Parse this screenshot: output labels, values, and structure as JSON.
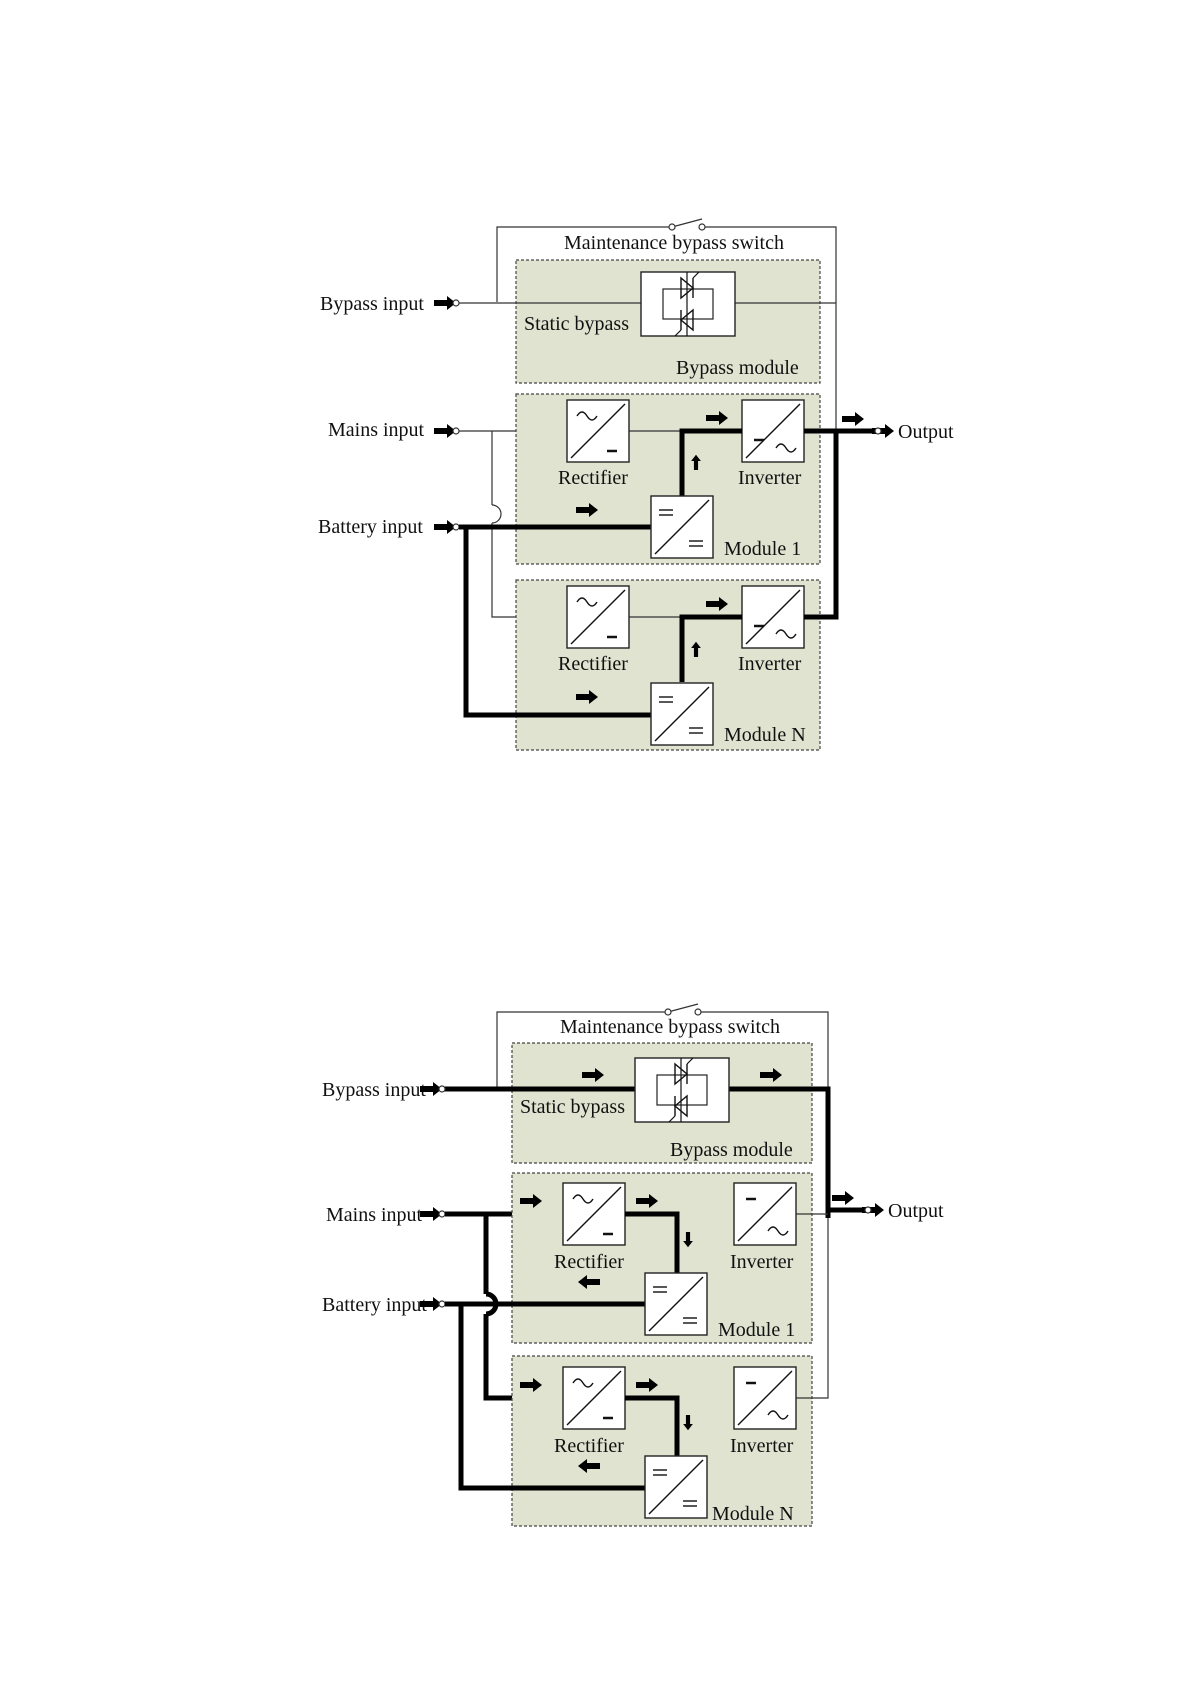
{
  "diagrams": [
    {
      "maintenance_label": "Maintenance bypass switch",
      "bypass_input_label": "Bypass input",
      "mains_input_label": "Mains input",
      "battery_input_label": "Battery input",
      "output_label": "Output",
      "static_bypass_label": "Static bypass",
      "bypass_module_label": "Bypass module",
      "modules": [
        {
          "name": "Module 1",
          "rectifier_label": "Rectifier",
          "inverter_label": "Inverter"
        },
        {
          "name": "Module N",
          "rectifier_label": "Rectifier",
          "inverter_label": "Inverter"
        }
      ]
    },
    {
      "maintenance_label": "Maintenance bypass switch",
      "bypass_input_label": "Bypass input",
      "mains_input_label": "Mains input",
      "battery_input_label": "Battery input",
      "output_label": "Output",
      "static_bypass_label": "Static bypass",
      "bypass_module_label": "Bypass module",
      "modules": [
        {
          "name": "Module 1",
          "rectifier_label": "Rectifier",
          "inverter_label": "Inverter"
        },
        {
          "name": "Module N",
          "rectifier_label": "Rectifier",
          "inverter_label": "Inverter"
        }
      ]
    }
  ]
}
